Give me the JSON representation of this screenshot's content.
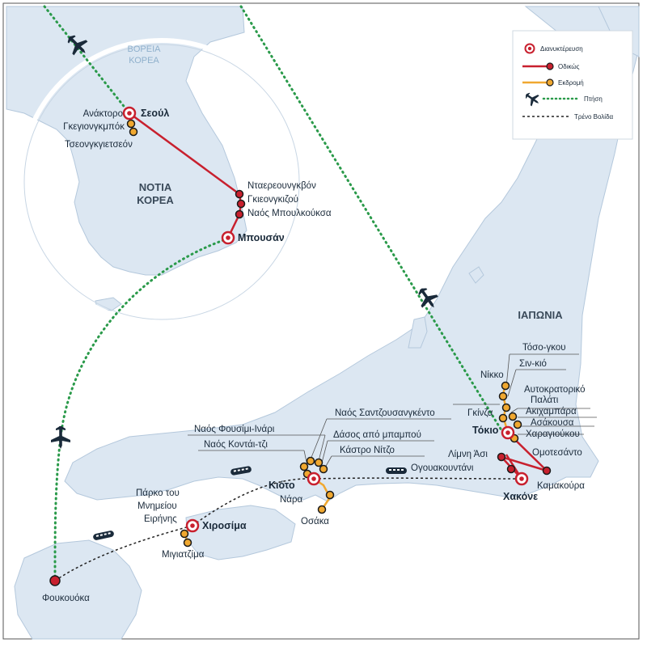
{
  "regions": {
    "north_korea": [
      "ΒΟΡΕΙΑ",
      "ΚΟΡΕΑ"
    ],
    "south_korea": [
      "ΝΟΤΙΑ",
      "ΚΟΡΕΑ"
    ],
    "japan": "ΙΑΠΩΝΙΑ"
  },
  "legend": {
    "overnight": "Διανυκτέρευση",
    "road": "Οδικώς",
    "excursion": "Εκδρομή",
    "flight": "Πτήση",
    "bullet_train": "Τρένο Βολίδα"
  },
  "places": {
    "seoul": "Σεούλ",
    "gyeongbokgung_1": "Ανάκτορο",
    "gyeongbokgung_2": "Γκεγιονγκμπόκ",
    "cheonggyecheon": "Τσεονγκγιετσεόν",
    "naereosa": "Νταερεουνγκβόν",
    "gyeongju": "Γκιεονγκιζού",
    "bulguksa": "Ναός Μπουλκούκσα",
    "busan": "Μπουσάν",
    "tosho_gu": "Τόσο-γκου",
    "nikko": "Νίκκο",
    "shinkyo": "Σιν-κιό",
    "imperial_palace_1": "Αυτοκρατορικό",
    "imperial_palace_2": "Παλάτι",
    "ginza": "Γκίνζα",
    "akihabara": "Ακιχαμπάρα",
    "asakusa": "Ασάκουσα",
    "harajuku": "Χαραγιούκου",
    "tokyo": "Τόκιο",
    "omotesando": "Ομοτεσάντο",
    "lake_ashi": "Λίμνη Άσι",
    "owakudani": "Ογουακουντάνι",
    "kamakura": "Καμακούρα",
    "hakone": "Χακόνε",
    "sanjusangendo": "Ναός Σαντζουσανγκέντο",
    "fushimi_inari": "Ναός Φουσίμι-Ινάρι",
    "bamboo_forest": "Δάσος από μπαμπού",
    "kodaiji": "Ναός Κοντάι-τζι",
    "nijo_castle": "Κάστρο Νίτζο",
    "kyoto": "Κιότο",
    "nara": "Νάρα",
    "osaka": "Οσάκα",
    "peace_park_1": "Πάρκο του",
    "peace_park_2": "Μνημείου",
    "peace_park_3": "Ειρήνης",
    "hiroshima": "Χιροσίμα",
    "miyajima": "Μιγιατζίμα",
    "fukuoka": "Φουκουόκα"
  },
  "colors": {
    "sea": "#ffffff",
    "land": "#dce7f2",
    "land_stroke": "#b4c8dc",
    "road": "#c8202e",
    "excursion": "#f0a830",
    "flight": "#2a9a4a",
    "train": "#222222"
  }
}
